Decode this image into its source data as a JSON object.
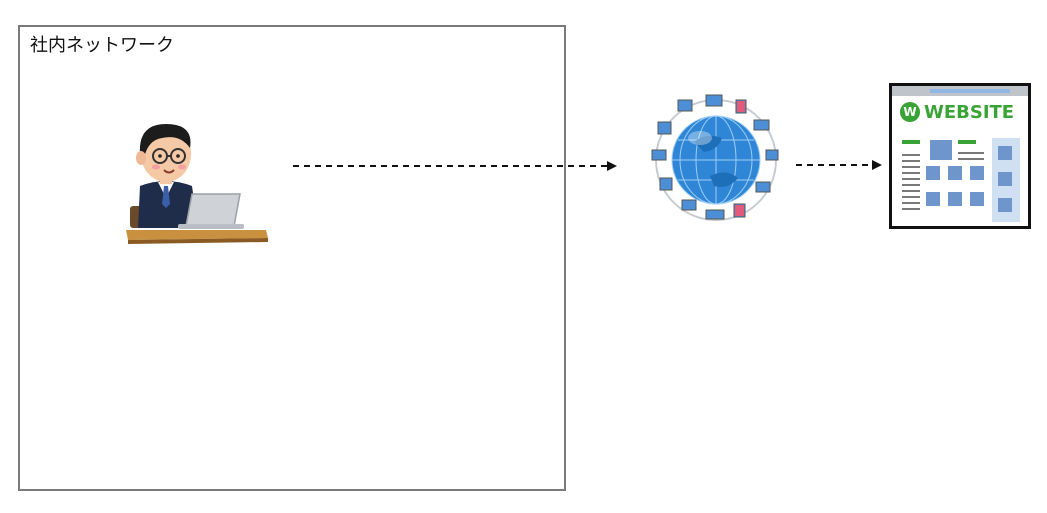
{
  "network_box": {
    "label": "社内ネットワーク"
  },
  "website": {
    "title": "WEBSITE",
    "logo_letter": "W"
  },
  "icons": {
    "user": "office-worker-laptop-icon",
    "internet": "internet-globe-icon",
    "website": "website-page-icon"
  },
  "colors": {
    "box_border": "#7a7a7a",
    "arrow": "#111111",
    "globe": "#2f86d6",
    "website_green": "#3aa335",
    "website_block": "#6e96cc"
  }
}
